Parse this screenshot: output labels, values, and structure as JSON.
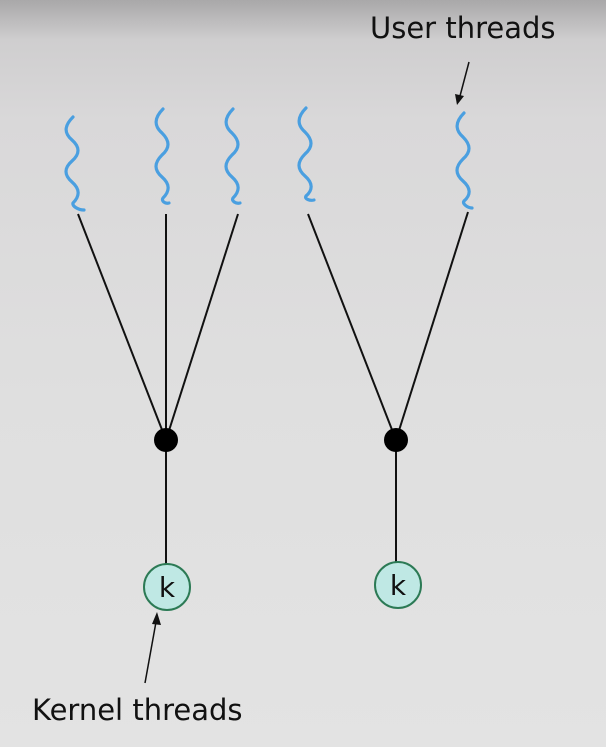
{
  "labels": {
    "user_threads": "User threads",
    "kernel_threads": "Kernel threads",
    "kernel_letter": "k"
  },
  "colors": {
    "wavy_thread": "#4a9fe0",
    "kernel_fill": "#bfe8e4",
    "kernel_stroke": "#2c7a55",
    "line": "#111111",
    "node": "#000000"
  },
  "groups": [
    {
      "user_threads": 3,
      "kernel_threads": 1
    },
    {
      "user_threads": 2,
      "kernel_threads": 1
    }
  ]
}
